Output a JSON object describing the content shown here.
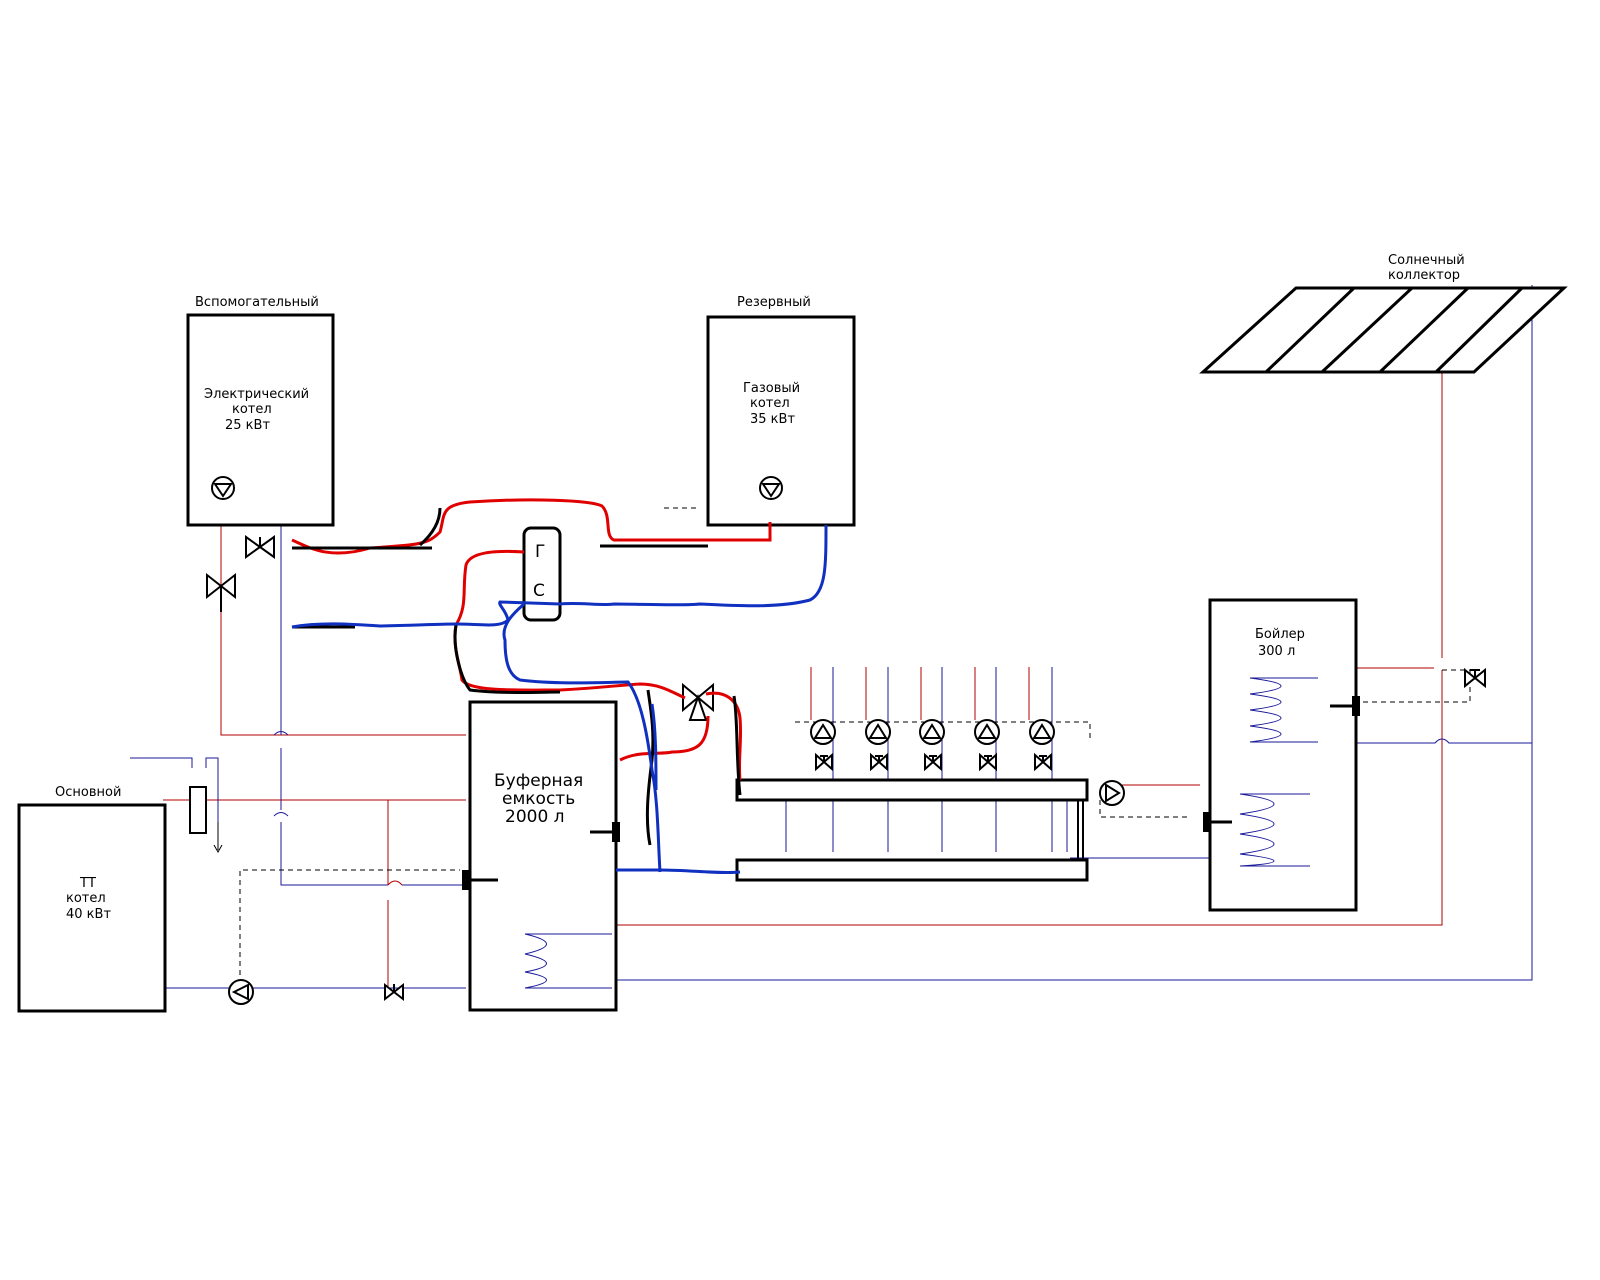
{
  "labels": {
    "aux_role": "Вспомогательный",
    "electric_boiler": [
      "Электрический",
      "котел",
      "25 кВт"
    ],
    "reserve_role": "Резервный",
    "gas_boiler": [
      "Газовый",
      "котел",
      "35 кВт"
    ],
    "solar": [
      "Солнечный",
      "коллектор"
    ],
    "dhw_boiler": [
      "Бойлер",
      "300 л"
    ],
    "main_role": "Основной",
    "tt_boiler": [
      "ТТ",
      "котел",
      "40 кВт"
    ],
    "buffer": [
      "Буферная",
      "емкость",
      "2000 л"
    ],
    "hydro_separator": [
      "Г",
      "С"
    ]
  },
  "colors": {
    "supply": "#b00000",
    "return": "#1a1a9a",
    "marker_red": "#e00000",
    "marker_blue": "#1030c0",
    "equipment": "#000000"
  },
  "icons": [
    "pump-icon",
    "valve-icon",
    "three-way-valve-icon",
    "heat-exchanger-coil-icon",
    "sensor-icon",
    "expansion-tank-icon"
  ]
}
